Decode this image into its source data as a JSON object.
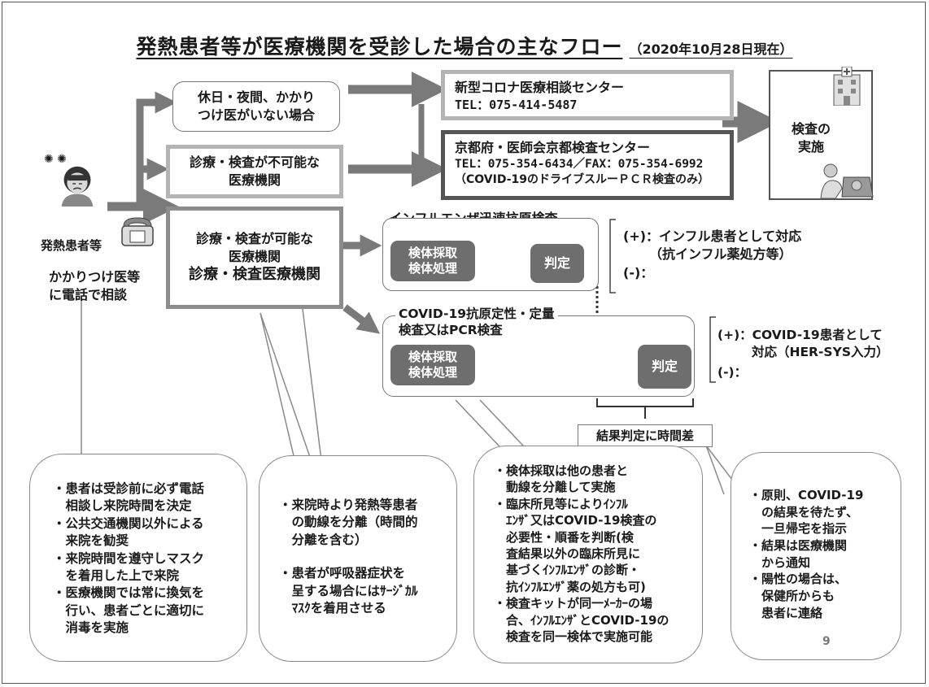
{
  "title": {
    "main": "発熱患者等が医療機関を受診した場合の主なフロー",
    "date": "（2020年10月28日現在）"
  },
  "patient": {
    "label": "発熱患者等",
    "note_line1": "かかりつけ医等",
    "note_line2": "に電話で相談"
  },
  "boxes": {
    "holiday": {
      "line1": "休日・夜間、かかり",
      "line2": "つけ医がいない場合"
    },
    "not_possible": {
      "line1": "診療・検査が不可能な",
      "line2": "医療機関"
    },
    "possible": {
      "line1": "診療・検査が可能な",
      "line2": "医療機関",
      "line3": "診療・検査医療機関"
    },
    "corona_center": {
      "name": "新型コロナ医療相談センター",
      "tel": "TEL：075-414-5487"
    },
    "kyoto_center": {
      "name": "京都府・医師会京都検査センター",
      "tel": "TEL：075-354-6434／FAX：075-354-6992",
      "note": "（COVID-19のドライブスルーＰＣＲ検査のみ）"
    },
    "exam": {
      "line1": "検査の",
      "line2": "実施"
    }
  },
  "influenza": {
    "title": "インフルエンザ迅速抗原検査",
    "sample_line1": "検体採取",
    "sample_line2": "検体処理",
    "judge": "判定",
    "pos_label": "(+)：インフル患者として対応",
    "pos_label2": "（抗インフル薬処方等）",
    "neg_label": "(-)："
  },
  "covid": {
    "title_line1": "COVID-19抗原定性・定量",
    "title_line2": "検査又はPCR検査",
    "sample_line1": "検体採取",
    "sample_line2": "検体処理",
    "judge": "判定",
    "pos_label": "(+)：COVID-19患者として",
    "pos_label2": "対応（HER-SYS入力）",
    "neg_label": "(-)："
  },
  "time_diff_label": "結果判定に時間差",
  "callouts": {
    "c1": [
      "・患者は受診前に必ず電話",
      "　相談し来院時間を決定",
      "・公共交通機関以外による",
      "　来院を勧奨",
      "・来院時間を遵守しマスク",
      "　を着用した上で来院",
      "・医療機関では常に換気を",
      "　行い、患者ごとに適切に",
      "　消毒を実施"
    ],
    "c2": [
      "・来院時より発熱等患者",
      "　の動線を分離（時間的",
      "　分離を含む）",
      "",
      "・患者が呼吸器症状を",
      "　呈する場合にはｻｰｼﾞｶﾙ",
      "　ﾏｽｸを着用させる"
    ],
    "c3": [
      "・検体採取は他の患者と",
      "　動線を分離して実施",
      "・臨床所見等によりｲﾝﾌﾙ",
      "　ｴﾝｻﾞ又はCOVID-19検査の",
      "　必要性・順番を判断(検",
      "　査結果以外の臨床所見に",
      "　基づくｲﾝﾌﾙｴﾝｻﾞの診断・",
      "　抗ｲﾝﾌﾙｴﾝｻﾞ薬の処方も可)",
      "・検査キットが同一ﾒｰｶｰの場",
      "　合、ｲﾝﾌﾙｴﾝｻﾞとCOVID-19の",
      "　検査を同一検体で実施可能"
    ],
    "c4": [
      "・原則、COVID-19",
      "　の結果を待たず、",
      "　一旦帰宅を指示",
      "・結果は医療機関",
      "　から通知",
      "・陽性の場合は、",
      "　保健所からも",
      "　患者に連絡"
    ]
  },
  "page_number": "9",
  "icons": {
    "patient": "sick-person-icon",
    "phone": "telephone-icon",
    "hospital": "hospital-building-icon",
    "doctor": "drive-through-testing-icon"
  }
}
